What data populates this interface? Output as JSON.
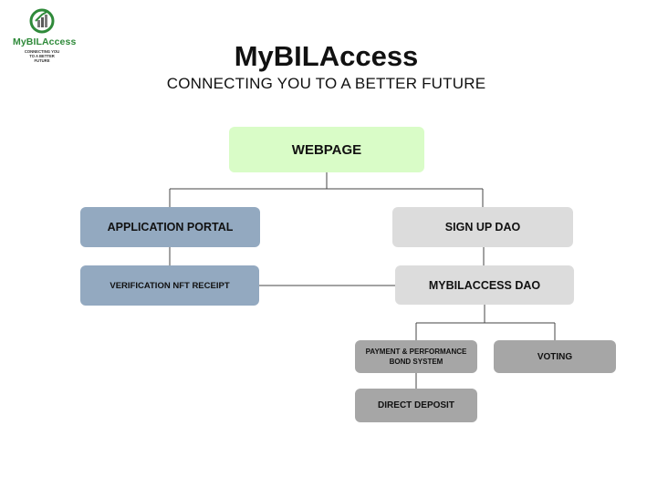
{
  "logo": {
    "name": "MyBILAccess",
    "tagline": "CONNECTING YOU TO A BETTER FUTURE",
    "icon": "house-chart-logo-icon"
  },
  "header": {
    "title": "MyBILAccess",
    "subtitle": "CONNECTING YOU TO A BETTER FUTURE"
  },
  "nodes": {
    "webpage": "WEBPAGE",
    "application_portal": "APPLICATION PORTAL",
    "verification_nft_receipt": "VERIFICATION NFT RECEIPT",
    "sign_up_dao": "SIGN UP DAO",
    "mybilaccess_dao": "MYBILACCESS DAO",
    "payment_bond_system": "PAYMENT & PERFORMANCE BOND SYSTEM",
    "voting": "VOTING",
    "direct_deposit": "DIRECT DEPOSIT"
  },
  "colors": {
    "webpage": "#d9fcc7",
    "portal_nodes": "#93a9c0",
    "dao_nodes": "#dcdcdc",
    "sub_nodes": "#a6a6a6",
    "connector": "#444444",
    "logo_green": "#2f8a3a"
  }
}
